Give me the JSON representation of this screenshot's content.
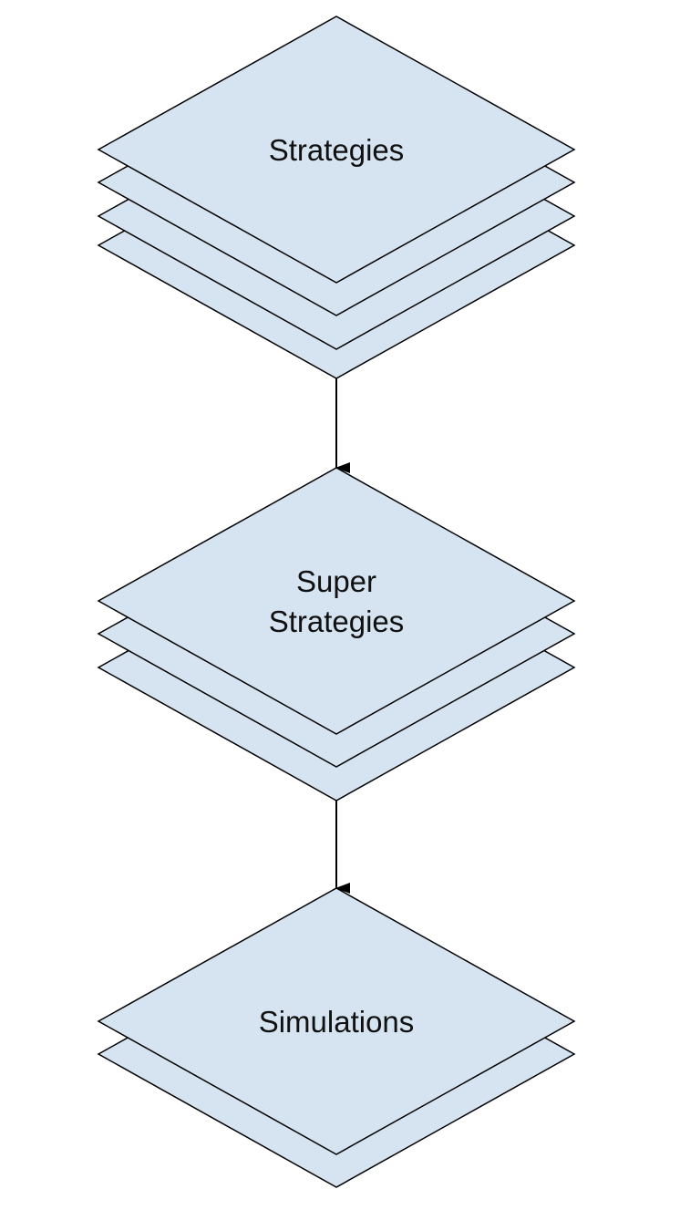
{
  "diagram": {
    "type": "flowchart",
    "colors": {
      "fill": "#d6e4f1",
      "stroke": "#000000",
      "text": "#111111",
      "background": "#ffffff"
    },
    "nodes": [
      {
        "id": "strategies",
        "label_lines": [
          "Strategies"
        ],
        "stack_count": 4,
        "shape": "stacked-diamond"
      },
      {
        "id": "super-strategies",
        "label_lines": [
          "Super",
          "Strategies"
        ],
        "stack_count": 3,
        "shape": "stacked-diamond"
      },
      {
        "id": "simulations",
        "label_lines": [
          "Simulations"
        ],
        "stack_count": 2,
        "shape": "stacked-diamond"
      }
    ],
    "edges": [
      {
        "from": "strategies",
        "to": "super-strategies",
        "arrow": "end"
      },
      {
        "from": "super-strategies",
        "to": "simulations",
        "arrow": "end"
      }
    ]
  }
}
